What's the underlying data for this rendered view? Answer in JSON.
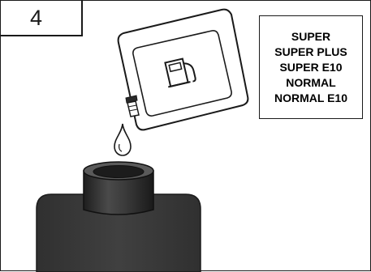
{
  "step": {
    "number": "4"
  },
  "fuel_types": [
    "SUPER",
    "SUPER PLUS",
    "SUPER E10",
    "NORMAL",
    "NORMAL E10"
  ],
  "colors": {
    "line": "#1a1a1a",
    "tank_body": "#3a3a3a",
    "neck_dark": "#2c2c2c",
    "neck_rim": "#555555",
    "background": "#ffffff"
  },
  "icons": [
    "fuel-pump-icon",
    "fuel-drop-icon"
  ]
}
